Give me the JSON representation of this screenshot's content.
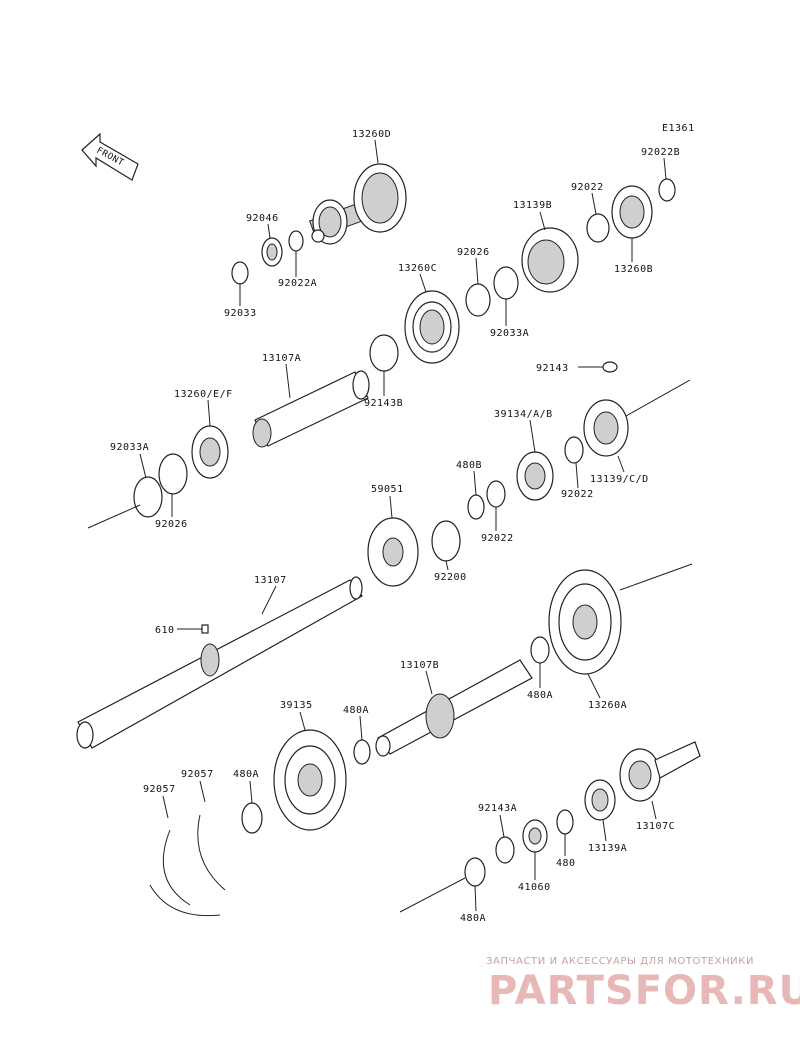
{
  "diagram_code": "E1361",
  "front_label": "FRONT",
  "parts": [
    {
      "id": "13260D"
    },
    {
      "id": "92022B"
    },
    {
      "id": "92022"
    },
    {
      "id": "13139B"
    },
    {
      "id": "92046"
    },
    {
      "id": "92026"
    },
    {
      "id": "13260B"
    },
    {
      "id": "92022A"
    },
    {
      "id": "92033"
    },
    {
      "id": "13260C"
    },
    {
      "id": "92033A"
    },
    {
      "id": "13107A"
    },
    {
      "id": "92143"
    },
    {
      "id": "13260/E/F"
    },
    {
      "id": "92143B"
    },
    {
      "id": "39134/A/B"
    },
    {
      "id": "92033A"
    },
    {
      "id": "480B"
    },
    {
      "id": "92022"
    },
    {
      "id": "13139/C/D"
    },
    {
      "id": "92026"
    },
    {
      "id": "59051"
    },
    {
      "id": "92022"
    },
    {
      "id": "13107"
    },
    {
      "id": "92200"
    },
    {
      "id": "610"
    },
    {
      "id": "13107B"
    },
    {
      "id": "480A"
    },
    {
      "id": "13260A"
    },
    {
      "id": "39135"
    },
    {
      "id": "480A"
    },
    {
      "id": "92057"
    },
    {
      "id": "480A"
    },
    {
      "id": "92057"
    },
    {
      "id": "92143A"
    },
    {
      "id": "13107C"
    },
    {
      "id": "480"
    },
    {
      "id": "13139A"
    },
    {
      "id": "41060"
    },
    {
      "id": "480A"
    }
  ],
  "watermark": {
    "tagline": "ЗАПЧАСТИ И АКСЕССУАРЫ ДЛЯ МОТОТЕХНИКИ",
    "brand": "PARTSFOR.RU",
    "color": "#e8b8b8"
  }
}
